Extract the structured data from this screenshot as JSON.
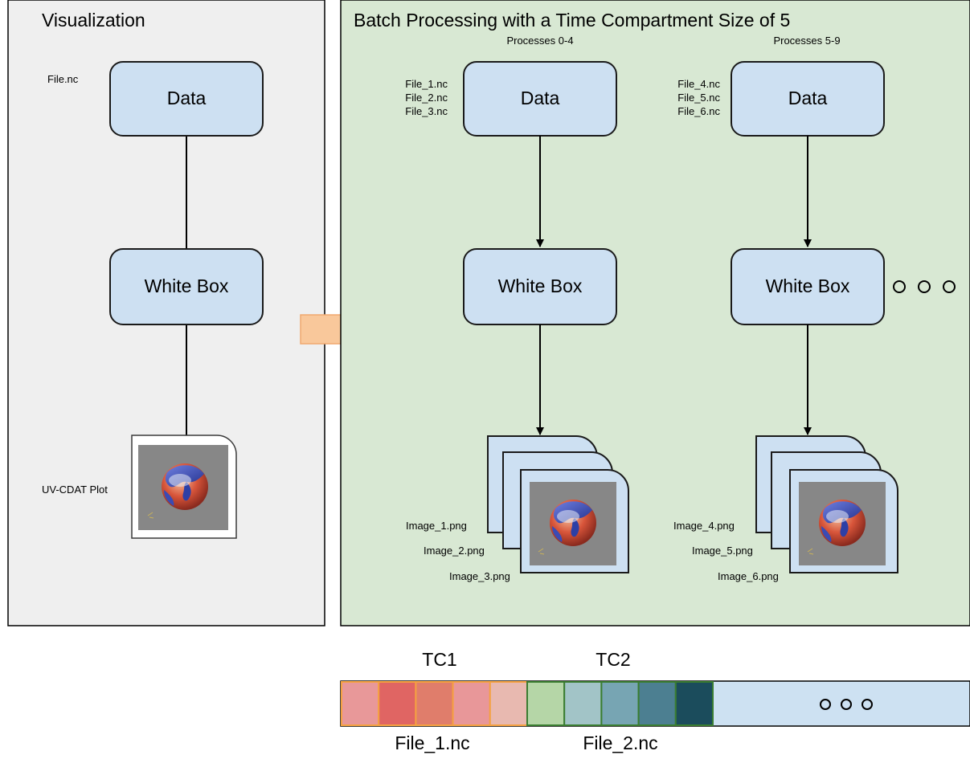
{
  "visualization": {
    "title": "Visualization",
    "file_label": "File.nc",
    "data_label": "Data",
    "whitebox_label": "White Box",
    "plot_label": "UV-CDAT Plot"
  },
  "batch": {
    "title": "Batch Processing with a Time Compartment Size of 5",
    "columns": [
      {
        "header": "Processes 0-4",
        "files": [
          "File_1.nc",
          "File_2.nc",
          "File_3.nc"
        ],
        "data_label": "Data",
        "whitebox_label": "White Box",
        "images": [
          "Image_1.png",
          "Image_2.png",
          "Image_3.png"
        ]
      },
      {
        "header": "Processes 5-9",
        "files": [
          "File_4.nc",
          "File_5.nc",
          "File_6.nc"
        ],
        "data_label": "Data",
        "whitebox_label": "White Box",
        "images": [
          "Image_4.png",
          "Image_5.png",
          "Image_6.png"
        ]
      }
    ]
  },
  "timeline": {
    "tc_labels": [
      "TC1",
      "TC2"
    ],
    "file_labels": [
      "File_1.nc",
      "File_2.nc"
    ],
    "group1_cells": [
      "#e89899",
      "#e06563",
      "#e07d6b",
      "#e89799",
      "#e8b9b0"
    ],
    "group1_border": "#f5a141",
    "group2_cells": [
      "#b5d6a7",
      "#a2c4c7",
      "#77a5b3",
      "#4c7f91",
      "#1b4c5c"
    ],
    "group2_border": "#3a7d31",
    "remainder_color": "#cde1f2"
  },
  "colors": {
    "left_panel": "#efefef",
    "right_panel": "#d8e8d3",
    "box_fill": "#cde0f2",
    "arrow_fill": "#f9c89b",
    "arrow_stroke": "#f0a870"
  }
}
